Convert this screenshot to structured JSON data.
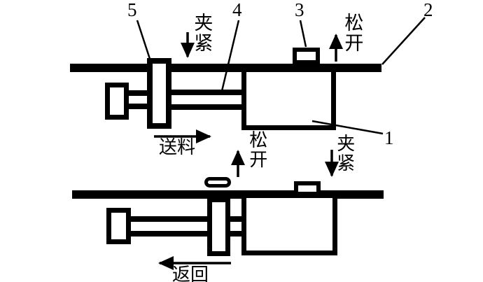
{
  "figure": {
    "part_labels": {
      "1": "1",
      "2": "2",
      "3": "3",
      "4": "4",
      "5": "5"
    },
    "annotations": {
      "top_clamp": "夹紧",
      "top_release": "松开",
      "feed": "送料",
      "mid_release": "松开",
      "mid_clamp": "夹紧",
      "return": "返回"
    },
    "colors": {
      "ink": "#000000",
      "paper": "#ffffff"
    }
  }
}
